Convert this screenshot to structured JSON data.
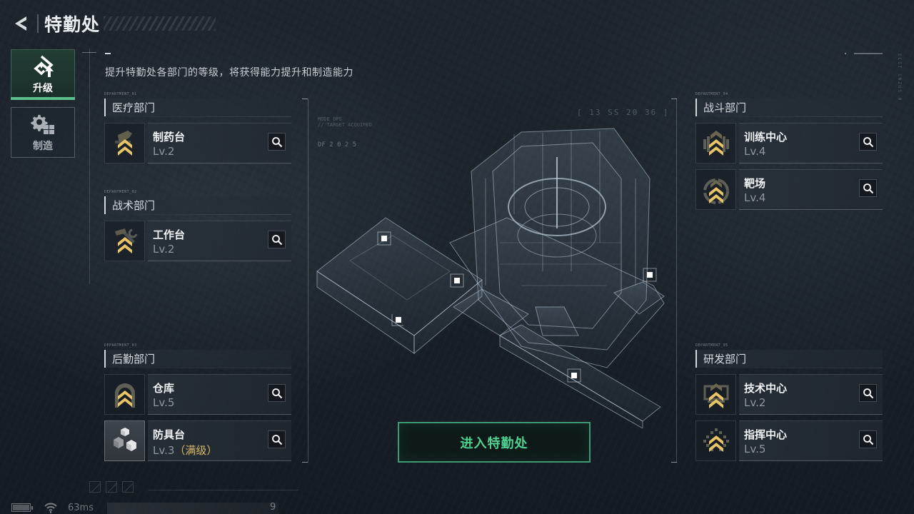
{
  "header": {
    "title": "特勤处",
    "back_icon": "back-chevron-icon"
  },
  "nav": [
    {
      "label": "升级",
      "icon": "upgrade-icon",
      "active": true
    },
    {
      "label": "制造",
      "icon": "gear-craft-icon",
      "active": false
    }
  ],
  "description": "提升特勤处各部门的等级，将获得能力提升和制造能力",
  "departments": [
    {
      "tag": "DEPARTMENT_01",
      "name": "医疗部门",
      "items": [
        {
          "name": "制药台",
          "level": "Lv.2",
          "icon": "pharmacy-icon"
        }
      ]
    },
    {
      "tag": "DEPARTMENT_02",
      "name": "战术部门",
      "items": [
        {
          "name": "工作台",
          "level": "Lv.2",
          "icon": "workbench-icon"
        }
      ]
    },
    {
      "tag": "DEPARTMENT_03",
      "name": "后勤部门",
      "items": [
        {
          "name": "仓库",
          "level": "Lv.5",
          "icon": "warehouse-icon"
        },
        {
          "name": "防具台",
          "level": "Lv.3",
          "max_label": "（满级）",
          "icon": "armor-bench-icon"
        }
      ]
    },
    {
      "tag": "DEPARTMENT_04",
      "name": "战斗部门",
      "items": [
        {
          "name": "训练中心",
          "level": "Lv.4",
          "icon": "training-center-icon"
        },
        {
          "name": "靶场",
          "level": "Lv.4",
          "icon": "shooting-range-icon"
        }
      ]
    },
    {
      "tag": "DEPARTMENT_05",
      "name": "研发部门",
      "items": [
        {
          "name": "技术中心",
          "level": "Lv.2",
          "icon": "tech-center-icon"
        },
        {
          "name": "指挥中心",
          "level": "Lv.5",
          "icon": "command-center-icon"
        }
      ]
    }
  ],
  "hud": {
    "time": "[ 13 SS   20 36 ]",
    "df_code": "DF 2 0 2 5",
    "vertical_text": "ELIT  1NZUS  0"
  },
  "enter_button": {
    "label": "进入特勤处"
  },
  "status": {
    "ping": "63ms",
    "chat_count": "9"
  },
  "colors": {
    "accent_green": "#4ed08f",
    "nav_active_bar": "#5cc08d",
    "chevron_gold": "#e8c467",
    "max_level_gold": "#d9b86a"
  }
}
